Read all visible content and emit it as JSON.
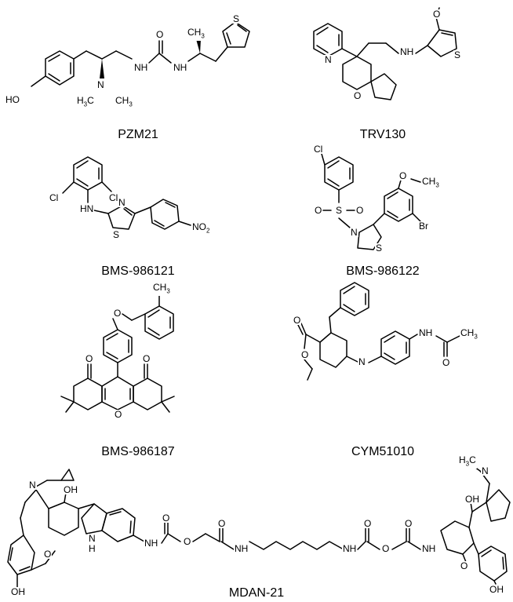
{
  "compounds": [
    {
      "name": "PZM21",
      "atoms": {
        "ho": "HO",
        "n_dimethyl": "N",
        "ch3_left": "H3C",
        "ch3_right": "CH3",
        "nh1": "NH",
        "o": "O",
        "nh2": "NH",
        "ch3_top": "CH3",
        "s": "S"
      }
    },
    {
      "name": "TRV130",
      "atoms": {
        "n_pyr": "N",
        "o_ring": "O",
        "nh": "NH",
        "o_me": "O",
        "s": "S"
      }
    },
    {
      "name": "BMS-986121",
      "atoms": {
        "cl1": "Cl",
        "cl2": "Cl",
        "hn": "HN",
        "n": "N",
        "s": "S",
        "no2": "NO2"
      }
    },
    {
      "name": "BMS-986122",
      "atoms": {
        "cl": "Cl",
        "o1": "O",
        "s_sulfonyl": "S",
        "o2": "O",
        "n": "N",
        "s": "S",
        "o_me": "O",
        "ch3": "CH3",
        "br": "Br"
      }
    },
    {
      "name": "BMS-986187",
      "atoms": {
        "ch3": "CH3",
        "o_ether": "O",
        "o_left": "O",
        "o_right": "O",
        "o_pyran": "O"
      }
    },
    {
      "name": "CYM51010",
      "atoms": {
        "o_carbonyl": "O",
        "o_ester": "O",
        "n": "N",
        "nh": "NH",
        "ch3": "CH3",
        "o_amide": "O"
      }
    },
    {
      "name": "MDAN-21",
      "atoms": {
        "n_left": "N",
        "oh_left": "OH",
        "o_left": "O",
        "oh_bottom_left": "OH",
        "nh_indole": "N",
        "h_indole": "H",
        "nh1": "NH",
        "o1": "O",
        "o2": "O",
        "o3": "O",
        "nh2": "NH",
        "nh3": "NH",
        "o4": "O",
        "o5": "O",
        "o6": "O",
        "nh4": "NH",
        "ch3": "H3C",
        "n_right": "N",
        "oh_right": "OH",
        "o_right": "O",
        "oh_bottom_right": "OH"
      }
    }
  ]
}
